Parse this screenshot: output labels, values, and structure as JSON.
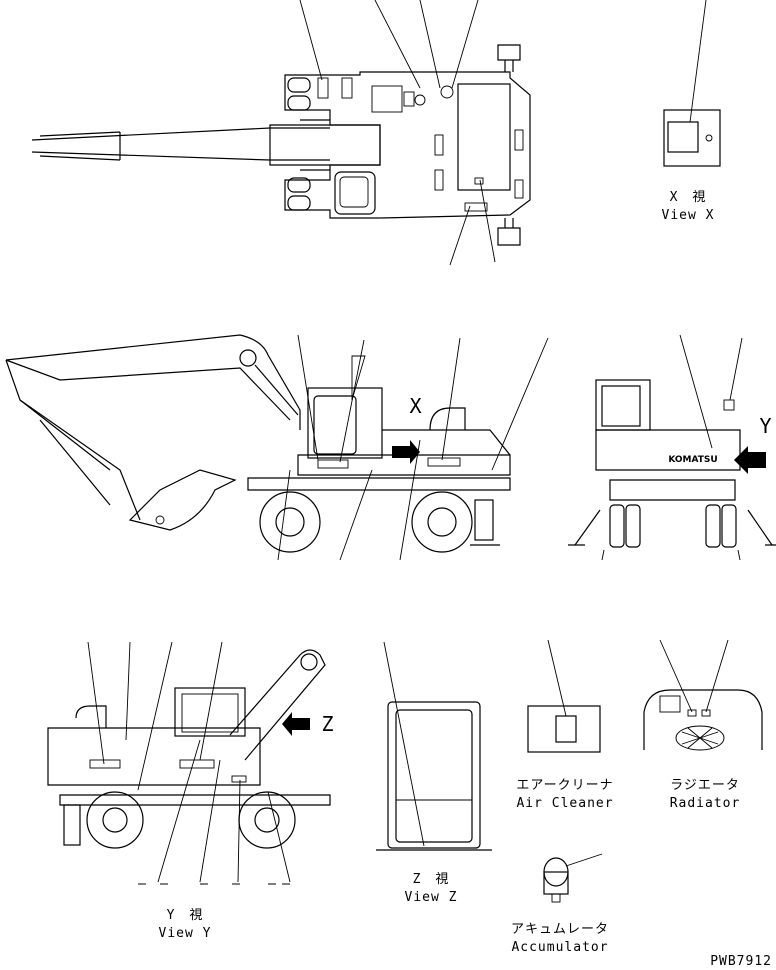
{
  "views": {
    "view_x": {
      "jp": "X　視",
      "en": "View X"
    },
    "view_y": {
      "jp": "Y　視",
      "en": "View Y"
    },
    "view_z": {
      "jp": "Z　視",
      "en": "View Z"
    }
  },
  "markers": {
    "x": "X",
    "y": "Y",
    "z": "Z"
  },
  "brand": "KOMATSU",
  "details": {
    "air_cleaner": {
      "jp": "エアークリーナ",
      "en": "Air Cleaner"
    },
    "radiator": {
      "jp": "ラジエータ",
      "en": "Radiator"
    },
    "accumulator": {
      "jp": "アキュムレータ",
      "en": "Accumulator"
    }
  },
  "drawing_code": "PWB7912"
}
